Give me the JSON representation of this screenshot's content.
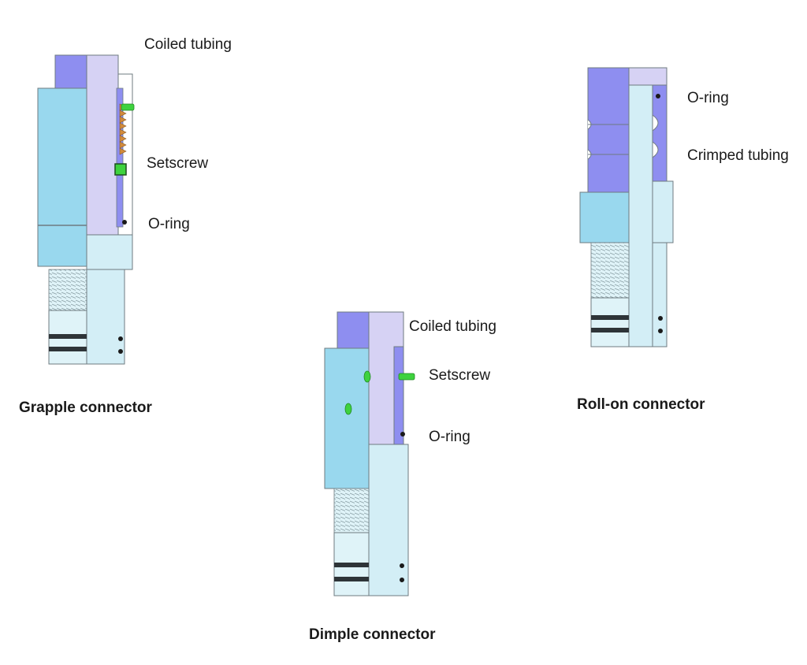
{
  "labels": {
    "grapple_coiled_tubing": "Coiled tubing",
    "grapple_setscrew": "Setscrew",
    "grapple_oring": "O-ring",
    "dimple_coiled_tubing": "Coiled tubing",
    "dimple_setscrew": "Setscrew",
    "dimple_oring": "O-ring",
    "rollon_oring": "O-ring",
    "rollon_crimped_tubing": "Crimped tubing"
  },
  "captions": {
    "grapple": "Grapple connector",
    "dimple": "Dimple connector",
    "rollon": "Roll-on connector"
  },
  "colors": {
    "tubing": "#8e8ef0",
    "tubing_light": "#d6d2f4",
    "body": "#99d8ee",
    "body_light": "#d3eef6",
    "setscrew": "#3ed23e",
    "teeth": "#d28a3c",
    "seal": "#2e3438",
    "outline": "#6f7b80"
  }
}
